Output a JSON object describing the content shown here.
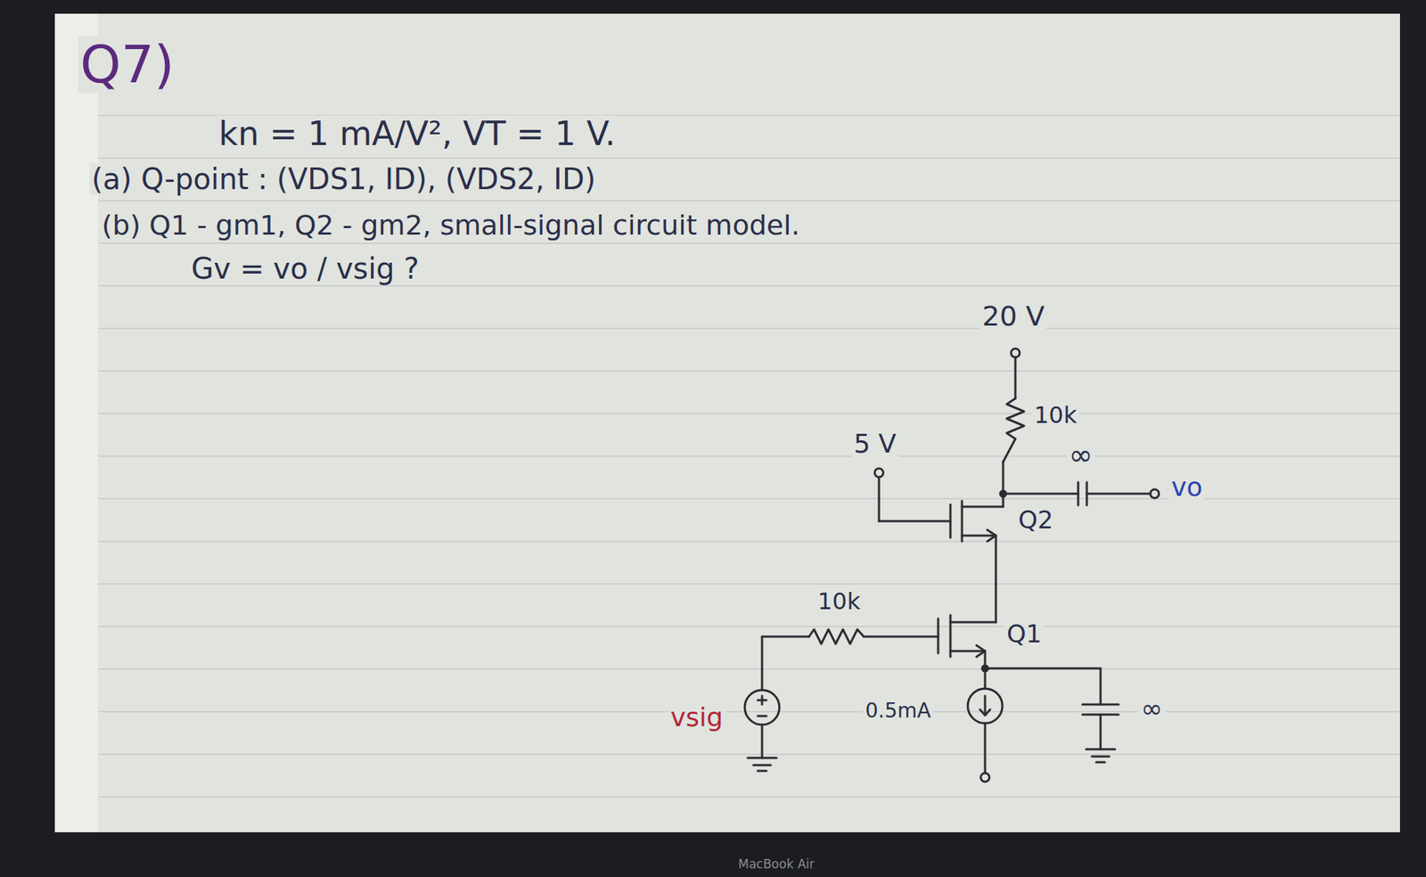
{
  "diagram": {
    "labels": [
      "Q7)",
      "kn = 1 mA/V², VT = 1 V.",
      "(a) Q-point : (VDS1, ID), (VDS2, ID)",
      "(b) Q1 - gm1, Q2 - gm2, small-signal circuit model.",
      "Gv = vo / vsig ?",
      "20 V",
      "10k",
      "∞",
      "vo",
      "5 V",
      "Q2",
      "10k",
      "Q1",
      "vsig",
      "0.5mA",
      "∞",
      "MacBook Air"
    ]
  }
}
